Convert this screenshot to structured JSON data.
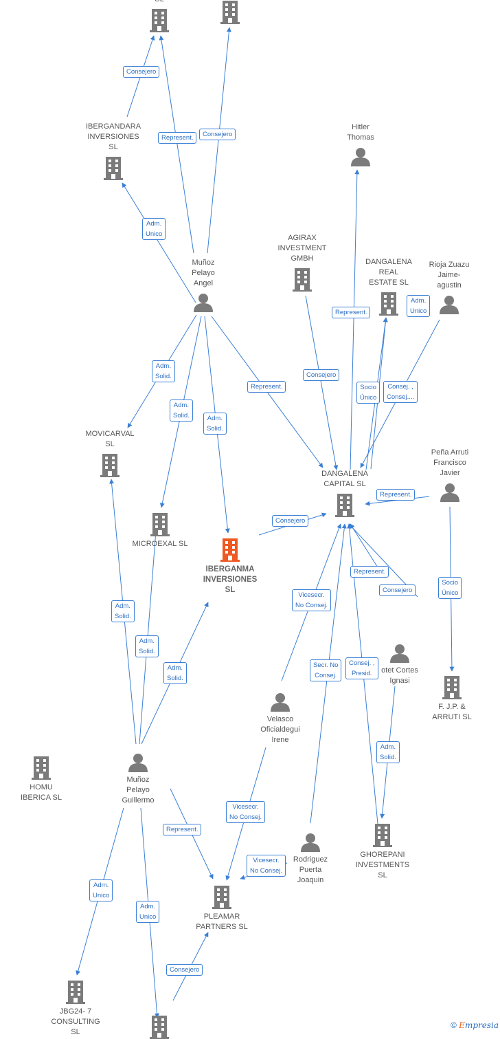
{
  "colors": {
    "edge": "#3a7fd5",
    "node": "#7b7b7b",
    "focus": "#ee5a24"
  },
  "nodes": [
    {
      "id": "topsl",
      "label": "SL",
      "type": "company"
    },
    {
      "id": "topco",
      "label": "",
      "type": "company"
    },
    {
      "id": "ibergandara",
      "label": "IBERGANDARA\nINVERSIONES\nSL",
      "type": "company"
    },
    {
      "id": "hitler",
      "label": "Hitler\nThomas",
      "type": "person"
    },
    {
      "id": "munozangel",
      "label": "Muñoz\nPelayo\nAngel",
      "type": "person"
    },
    {
      "id": "agirax",
      "label": "AGIRAX\nINVESTMENT\nGMBH",
      "type": "company"
    },
    {
      "id": "dangalenareal",
      "label": "DANGALENA\nREAL\nESTATE SL",
      "type": "company"
    },
    {
      "id": "rioja",
      "label": "Rioja Zuazu\nJaime-\nagustin",
      "type": "person"
    },
    {
      "id": "movicarval",
      "label": "MOVICARVAL\nSL",
      "type": "company"
    },
    {
      "id": "pena",
      "label": "Peña Arruti\nFrancisco\nJavier",
      "type": "person"
    },
    {
      "id": "dangalenacap",
      "label": "DANGALENA\nCAPITAL SL",
      "type": "company"
    },
    {
      "id": "microexal",
      "label": "MICROEXAL SL",
      "type": "company"
    },
    {
      "id": "iberganma",
      "label": "IBERGANMA\nINVERSIONES\nSL",
      "type": "focus"
    },
    {
      "id": "pujol",
      "label": "otet Cortes\nIgnasi",
      "type": "person"
    },
    {
      "id": "fjp",
      "label": "F. J.P. &\nARRUTI SL",
      "type": "company"
    },
    {
      "id": "velasco",
      "label": "Velasco\nOficialdegui\nIrene",
      "type": "person"
    },
    {
      "id": "homu",
      "label": "HOMU\nIBERICA SL",
      "type": "company"
    },
    {
      "id": "munozguillermo",
      "label": "Muñoz\nPelayo\nGuillermo",
      "type": "person"
    },
    {
      "id": "ghorepani",
      "label": "GHOREPANI\nINVESTMENTS\nSL",
      "type": "company"
    },
    {
      "id": "rodriguez",
      "label": "Rodriguez\nPuerta\nJoaquin",
      "type": "person"
    },
    {
      "id": "pleamar",
      "label": "PLEAMAR\nPARTNERS SL",
      "type": "company"
    },
    {
      "id": "jbg",
      "label": "JBG24- 7\nCONSULTING\nSL",
      "type": "company"
    },
    {
      "id": "bottomco",
      "label": "",
      "type": "company"
    }
  ],
  "edges": [
    {
      "label": "Consejero"
    },
    {
      "label": "Represent."
    },
    {
      "label": "Consejero"
    },
    {
      "label": "Adm.\nUnico"
    },
    {
      "label": "Represent."
    },
    {
      "label": "Consejero"
    },
    {
      "label": "Adm.\nUnico"
    },
    {
      "label": "Socio\nÚnico"
    },
    {
      "label": "Consej. ,\nConsej...."
    },
    {
      "label": "Adm.\nSolid."
    },
    {
      "label": "Adm.\nSolid."
    },
    {
      "label": "Adm.\nSolid."
    },
    {
      "label": "Represent."
    },
    {
      "label": "Represent."
    },
    {
      "label": "Consejero"
    },
    {
      "label": "Represent."
    },
    {
      "label": "Consejero"
    },
    {
      "label": "Socio\nÚnico"
    },
    {
      "label": "Vicesecr.\nNo Consej."
    },
    {
      "label": "Secr. No\nConsej."
    },
    {
      "label": "Consej. ,\nPresid."
    },
    {
      "label": "Adm.\nSolid."
    },
    {
      "label": "Adm.\nSolid."
    },
    {
      "label": "Adm.\nSolid."
    },
    {
      "label": "Adm.\nSolid."
    },
    {
      "label": "Vicesecr.\nNo Consej."
    },
    {
      "label": "Vicesecr.\nNo Consej."
    },
    {
      "label": "Represent."
    },
    {
      "label": "Adm.\nUnico"
    },
    {
      "label": "Adm.\nUnico"
    },
    {
      "label": "Consejero"
    }
  ],
  "footer": {
    "copyright": "©",
    "brand_initial": "E",
    "brand_rest": "mpresia"
  }
}
